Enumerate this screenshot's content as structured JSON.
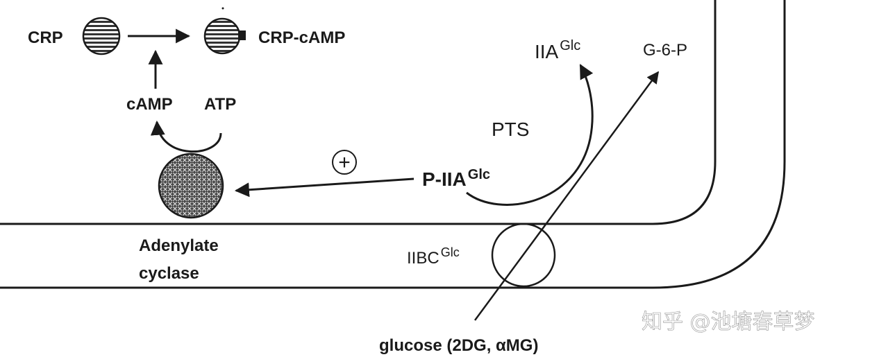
{
  "labels": {
    "crp": "CRP",
    "crp_camp": "CRP-cAMP",
    "camp": "cAMP",
    "atp": "ATP",
    "adenylate_line1": "Adenylate",
    "adenylate_line2": "cyclase",
    "plus": "+",
    "p_iia_main": "P-IIA",
    "p_iia_sup": "Glc",
    "iia_main": "IIA",
    "iia_sup": "Glc",
    "g6p": "G-6-P",
    "pts": "PTS",
    "iibc_main": "IIBC",
    "iibc_sup": "Glc",
    "glucose": "glucose (2DG, αMG)"
  },
  "watermark": "知乎 @池塘春草梦",
  "colors": {
    "ink": "#1a1a1a",
    "background": "#ffffff"
  }
}
